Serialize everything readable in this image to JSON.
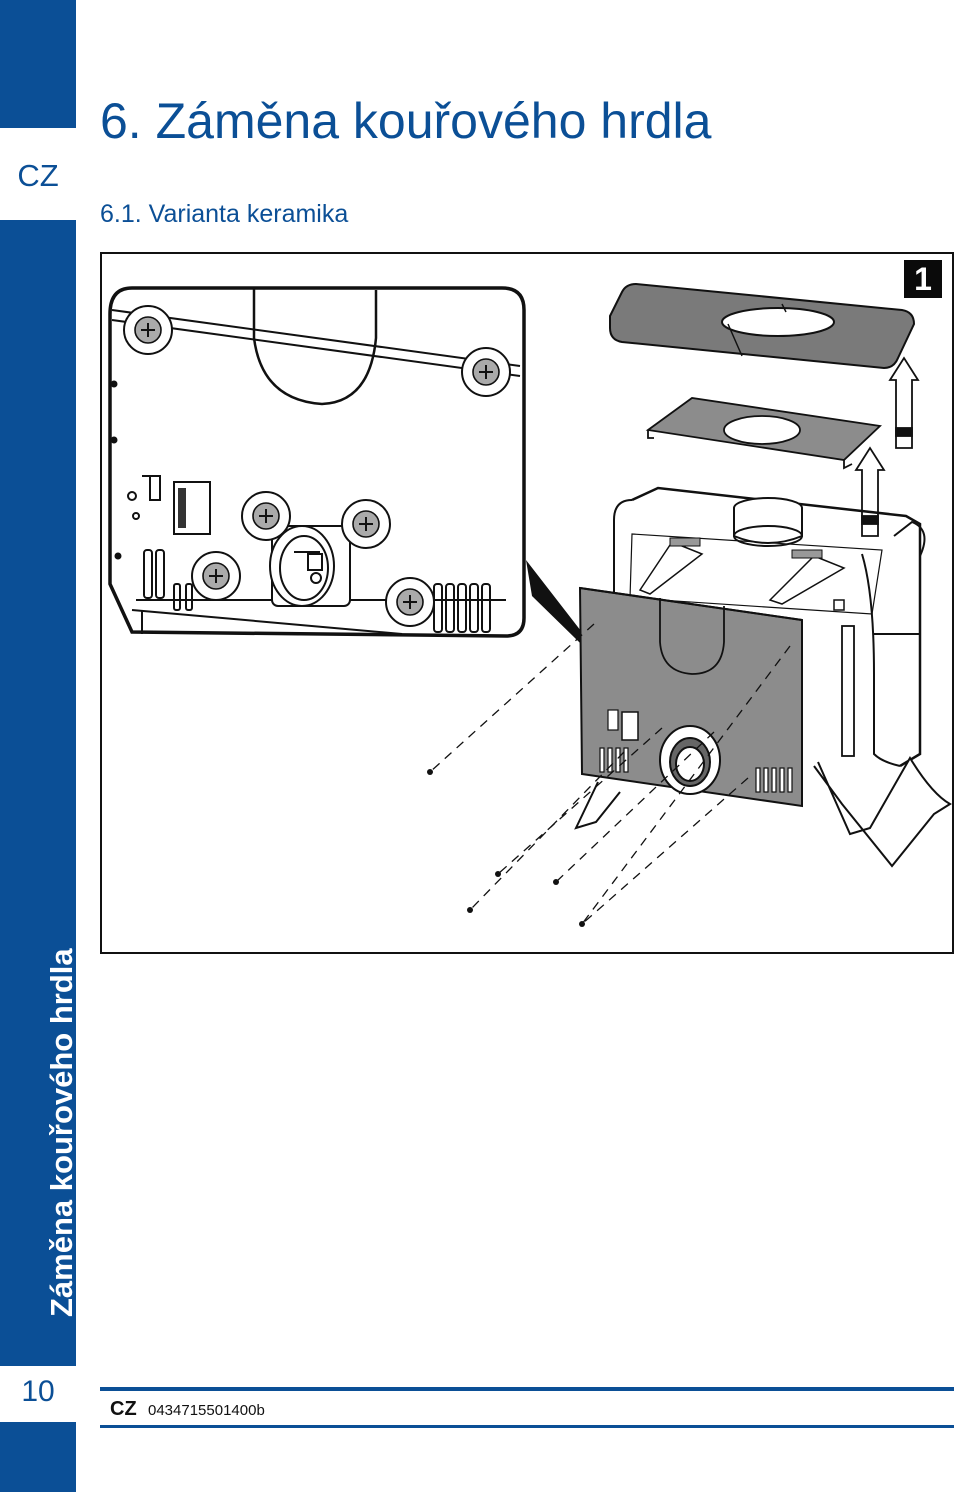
{
  "sidebar": {
    "lang_label": "CZ",
    "vertical_title": "Záměna kouřového hrdla",
    "page_number": "10"
  },
  "header": {
    "title": "6. Záměna kouřového hrdla",
    "subtitle": "6.1. Varianta keramika"
  },
  "figure": {
    "number": "1"
  },
  "footer": {
    "lang": "CZ",
    "code": "0434715501400b"
  },
  "colors": {
    "brand_blue": "#0b4f96",
    "panel_gray": "#8c8c8c",
    "cover_gray": "#7a7a7a"
  }
}
